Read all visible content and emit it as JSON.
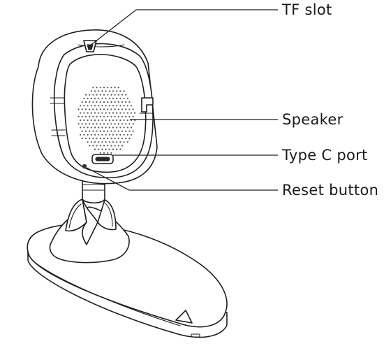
{
  "labels": {
    "tf_slot": "TF slot",
    "speaker": "Speaker",
    "type_c_port": "Type C port",
    "reset_button": "Reset button"
  },
  "colors": {
    "line": "#1e1e1e",
    "text": "#1a1a1a",
    "background": "#ffffff"
  }
}
